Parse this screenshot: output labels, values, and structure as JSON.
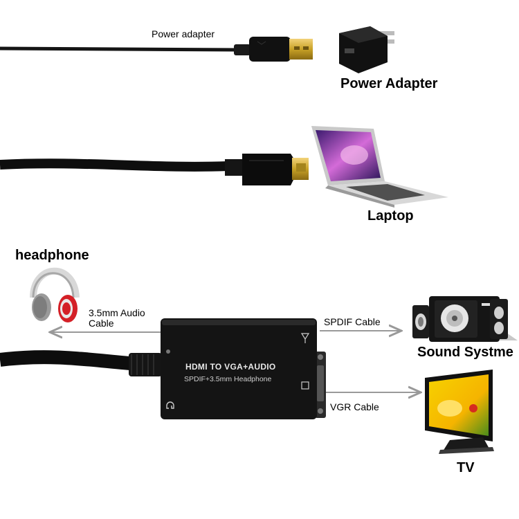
{
  "labels": {
    "power_adapter_cable": "Power adapter",
    "power_adapter_title": "Power Adapter",
    "laptop": "Laptop",
    "headphone": "headphone",
    "audio_cable_line1": "3.5mm Audio",
    "audio_cable_line2": "Cable",
    "spdif_cable": "SPDIF Cable",
    "sound_system": "Sound Systme",
    "vga_cable": "VGR Cable",
    "tv": "TV"
  },
  "device": {
    "line1": "HDMI TO VGA+AUDIO",
    "line2": "SPDIF+3.5mm Headphone"
  },
  "icons": [
    "usb-plug-icon",
    "power-adapter-icon",
    "hdmi-plug-icon",
    "laptop-icon",
    "headphone-icon",
    "speaker-system-icon",
    "tv-icon",
    "headphone-jack-icon",
    "spdif-port-icon"
  ],
  "colors": {
    "cable": "#111111",
    "gold": "#c9a227",
    "arrow": "#999999",
    "box": "#121212",
    "headphone_red": "#d42027"
  }
}
